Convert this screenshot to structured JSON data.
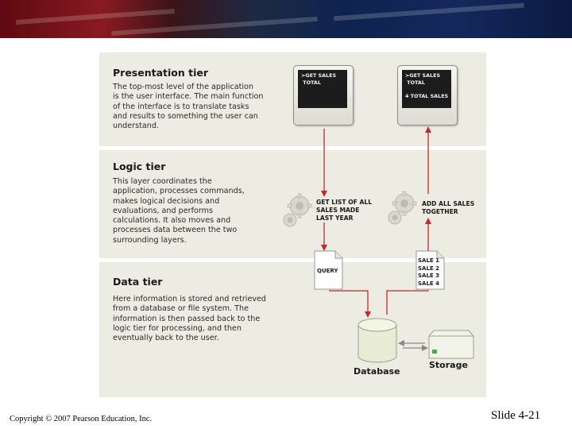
{
  "presentation": {
    "title": "Presentation tier",
    "desc": "The top-most level of the application\nis the user interface. The main function\nof the interface is to translate tasks\nand results to something the user can\nunderstand.",
    "screen_left": ">GET SALES\n TOTAL",
    "screen_right": ">GET SALES\n TOTAL\n\n4 TOTAL SALES"
  },
  "logic": {
    "title": "Logic tier",
    "desc": "This layer coordinates the\napplication, processes commands,\nmakes logical decisions and\nevaluations, and performs\ncalculations.  It also moves and\nprocesses data between the two\nsurrounding layers.",
    "left_label": "GET LIST OF ALL\nSALES MADE\nLAST YEAR",
    "right_label": "ADD ALL SALES\nTOGETHER"
  },
  "data_tier": {
    "title": "Data tier",
    "desc": "Here information is stored and retrieved\nfrom a database or file system.  The\ninformation is then passed back to the\nlogic tier for processing, and then\neventually back to the user.",
    "query_label": "QUERY",
    "sales_list": "SALE 1\nSALE 2\nSALE 3\nSALE 4",
    "database_label": "Database",
    "storage_label": "Storage"
  },
  "footer": {
    "copyright": "Copyright © 2007 Pearson Education, Inc.",
    "slide": "Slide 4-21"
  },
  "colors": {
    "arrow": "#c8262c",
    "band": "#ecece3",
    "cylinder": "#e9ecd4"
  }
}
